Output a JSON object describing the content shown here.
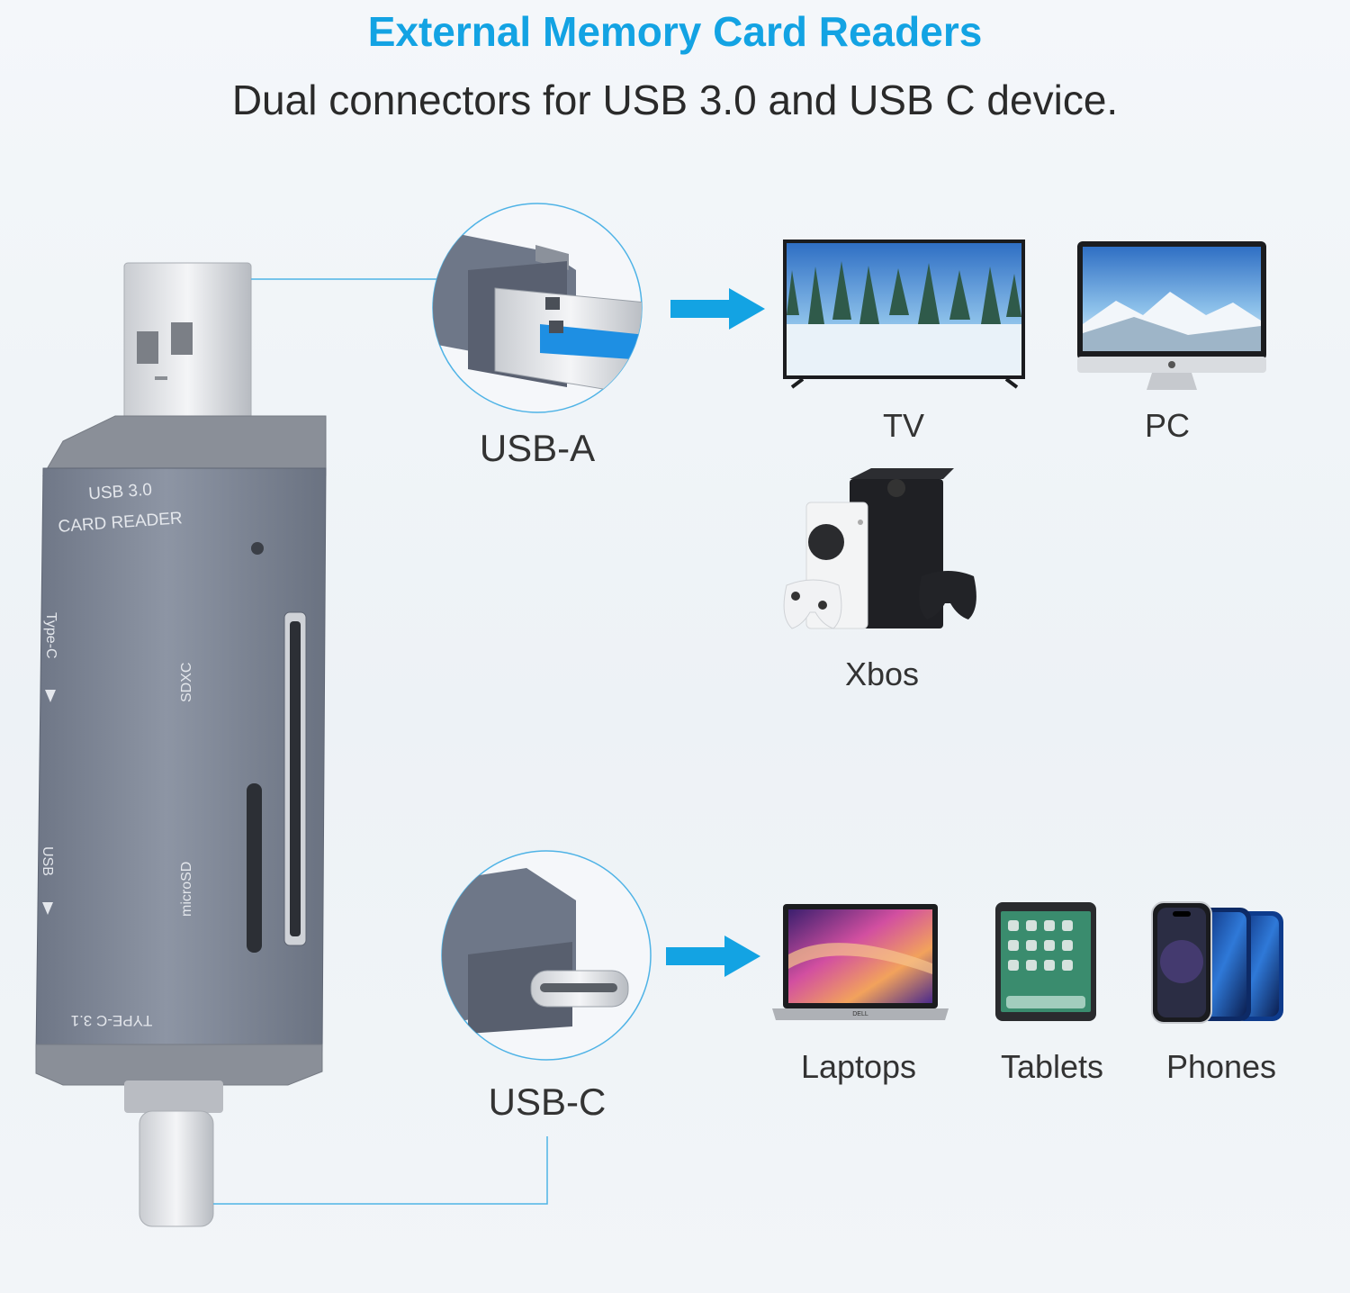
{
  "header": {
    "title": "External Memory Card Readers",
    "subtitle": "Dual connectors for USB 3.0 and USB C device."
  },
  "reader": {
    "line1": "USB 3.0",
    "line2": "CARD READER",
    "side_typec": "Type-C",
    "side_usb": "USB",
    "slot_sdxc": "SDXC",
    "slot_microsd": "microSD",
    "bottom_label": "TYPE-C 3.1"
  },
  "connectors": {
    "usb_a_label": "USB-A",
    "usb_c_label": "USB-C"
  },
  "devices": {
    "usb_a": [
      "TV",
      "PC",
      "Xbos"
    ],
    "usb_c": [
      "Laptops",
      "Tablets",
      "Phones"
    ]
  },
  "brand": {
    "laptop_logo": "DELL"
  },
  "colors": {
    "accent": "#13a3e3",
    "reader_body": "#7d8595",
    "callout_circle": "#4fb3e6"
  }
}
